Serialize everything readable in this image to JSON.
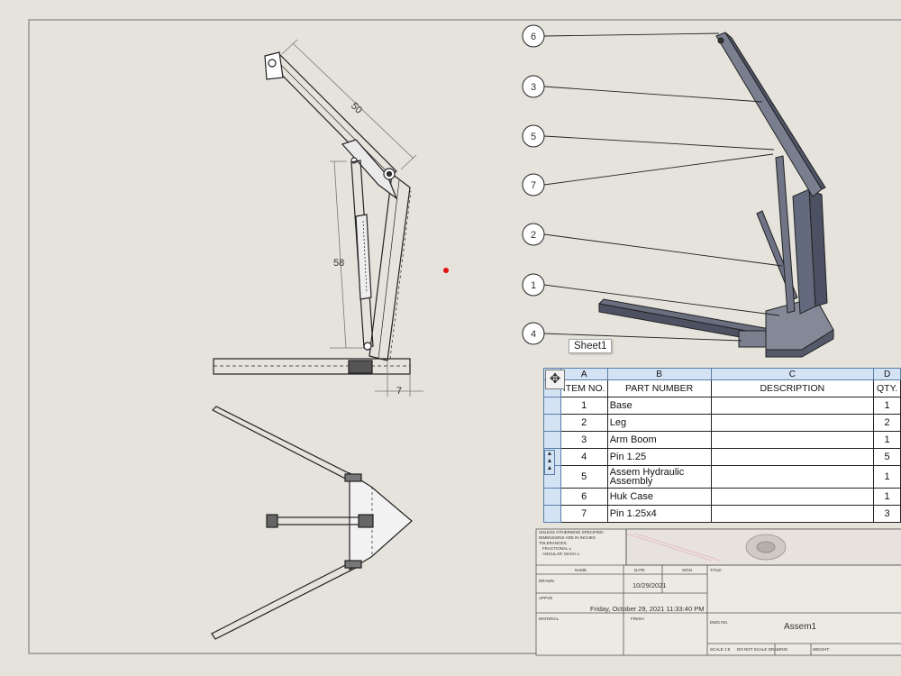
{
  "dimensions": {
    "boom_length": "50",
    "column_height": "58",
    "base_offset": "7"
  },
  "balloons": [
    "6",
    "3",
    "5",
    "7",
    "2",
    "1",
    "4"
  ],
  "sheet_tooltip": "Sheet1",
  "bom": {
    "column_letters": [
      "A",
      "B",
      "C",
      "D"
    ],
    "headers": {
      "item": "ITEM NO.",
      "part": "PART NUMBER",
      "description": "DESCRIPTION",
      "qty": "QTY."
    },
    "rows": [
      {
        "item": "1",
        "part": "Base",
        "description": "",
        "qty": "1"
      },
      {
        "item": "2",
        "part": "Leg",
        "description": "",
        "qty": "2"
      },
      {
        "item": "3",
        "part": "Arm Boom",
        "description": "",
        "qty": "1"
      },
      {
        "item": "4",
        "part": "Pin 1.25",
        "description": "",
        "qty": "5"
      },
      {
        "item": "5",
        "part": "Assem Hydraulic Assembly",
        "description": "",
        "qty": "1"
      },
      {
        "item": "6",
        "part": "Huk Case",
        "description": "",
        "qty": "1"
      },
      {
        "item": "7",
        "part": "Pin 1.25x4",
        "description": "",
        "qty": "3"
      }
    ]
  },
  "title_block": {
    "notes": [
      "UNLESS OTHERWISE SPECIFIED:",
      "DIMENSIONS ARE IN INCHES",
      "TOLERANCES:",
      "FRACTIONAL ±",
      "ANGULAR: MACH ±"
    ],
    "name_label": "NAME",
    "date_label": "DATE",
    "sign_label": "SIGN",
    "drawn_label": "DRAWN",
    "drawn_date": "10/29/2021",
    "appvd_label": "APPVD",
    "appvd_date": "Friday, October 29, 2021 11:33:40 PM",
    "material_label": "MATERIAL",
    "finish_label": "FINISH",
    "title_label": "TITLE:",
    "dwg_label": "DWG NO.",
    "dwg_no": "Assem1",
    "scale_label": "SCALE 1:8",
    "sheet_label": "DO NOT SCALE DRAWING",
    "weight_label": "WEIGHT:"
  }
}
